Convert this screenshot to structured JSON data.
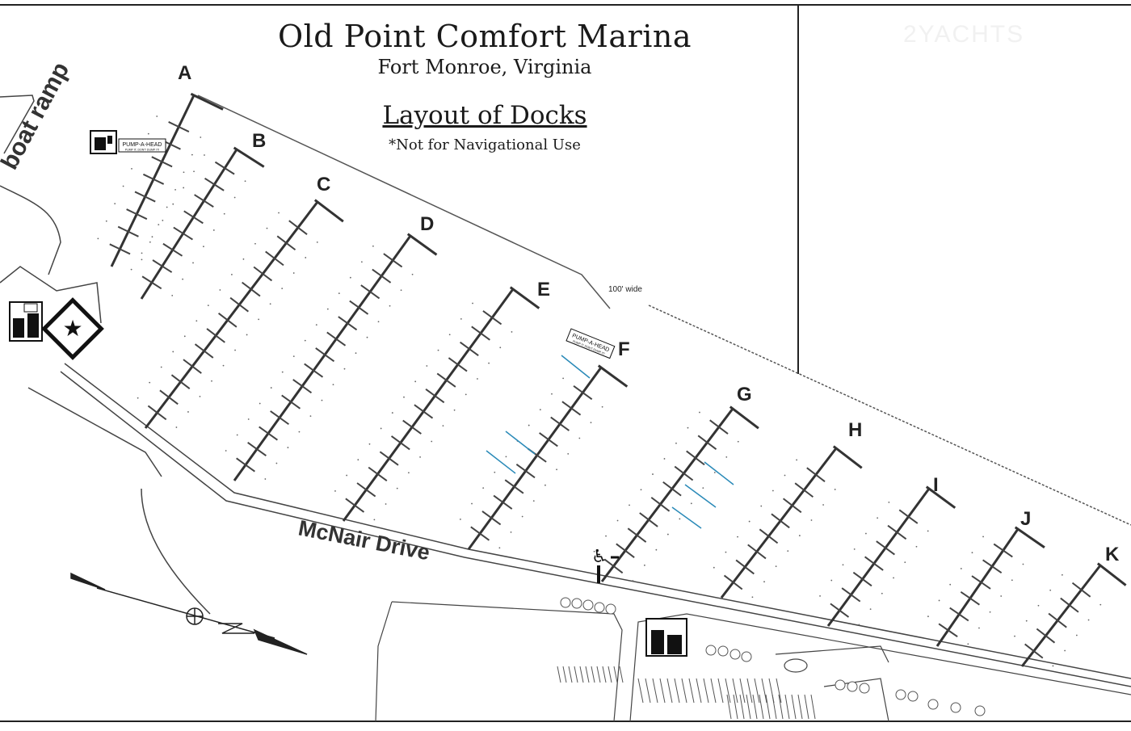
{
  "title": "Old Point Comfort Marina",
  "subtitle": "Fort Monroe, Virginia",
  "heading": "Layout of Docks",
  "note": "*Not for Navigational Use",
  "watermark": "2YACHTS",
  "labels": {
    "boat_ramp": "boat ramp",
    "road": "McNair Drive",
    "width_note": "100' wide",
    "pump_a_head": "PUMP-A-HEAD",
    "pump_sub": "PUMP IT, DON'T DUMP IT!"
  },
  "docks": [
    "A",
    "B",
    "C",
    "D",
    "E",
    "F",
    "G",
    "H",
    "I",
    "J",
    "K"
  ],
  "icons": [
    "boat-ramp-icon",
    "pump-out-station-icon",
    "restroom-icon",
    "star-office-icon",
    "accessible-icon",
    "north-arrow-icon"
  ]
}
